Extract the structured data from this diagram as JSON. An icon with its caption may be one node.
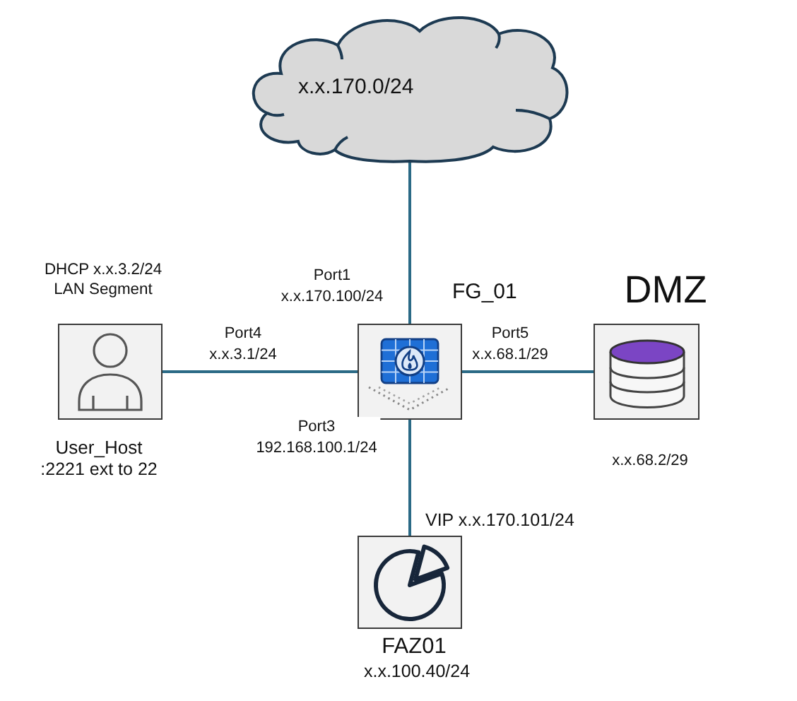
{
  "diagram": {
    "nodes": [
      {
        "text": [
          "x.x.170.0/24"
        ]
      },
      {
        "text": [],
        "shape": "box",
        "beside": [
          "DHCP x.x.3.2/24 LAN Segment",
          "User_Host",
          ":2221 ext to 22"
        ]
      },
      {
        "text": [],
        "shape": "box",
        "beside": [
          "FG_01"
        ]
      },
      {
        "text": [],
        "shape": "box",
        "beside": [
          "DMZ",
          "x.x.68.2/29"
        ]
      },
      {
        "text": [],
        "shape": "box",
        "beside": [
          "VIP x.x.170.101/24",
          "FAZ01",
          "x.x.100.40/24"
        ]
      }
    ],
    "edges": [
      {
        "from": 0,
        "to": 2,
        "arrow": "none",
        "label": "Port1 x.x.170.100/24"
      },
      {
        "from": 1,
        "to": 2,
        "arrow": "none",
        "label": "Port4 x.x.3.1/24"
      },
      {
        "from": 2,
        "to": 3,
        "arrow": "none",
        "label": "Port5 x.x.68.1/29"
      },
      {
        "from": 2,
        "to": 4,
        "arrow": "none",
        "label": "Port3 192.168.100.1/24"
      }
    ]
  }
}
